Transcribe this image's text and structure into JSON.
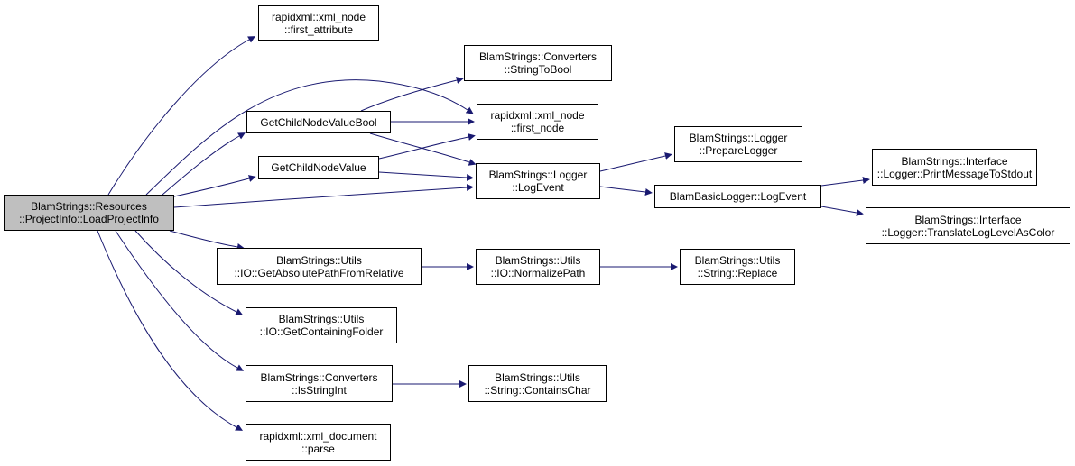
{
  "graph": {
    "edge_color": "#191970",
    "root_fill": "#bfbfbf",
    "nodes": [
      {
        "id": "load_project_info",
        "lines": [
          "BlamStrings::Resources",
          "::ProjectInfo::LoadProjectInfo"
        ],
        "root": true
      },
      {
        "id": "first_attribute",
        "lines": [
          "rapidxml::xml_node",
          "::first_attribute"
        ]
      },
      {
        "id": "get_child_node_value_bool",
        "lines": [
          "GetChildNodeValueBool"
        ]
      },
      {
        "id": "get_child_node_value",
        "lines": [
          "GetChildNodeValue"
        ]
      },
      {
        "id": "get_absolute_path_from_relative",
        "lines": [
          "BlamStrings::Utils",
          "::IO::GetAbsolutePathFromRelative"
        ]
      },
      {
        "id": "get_containing_folder",
        "lines": [
          "BlamStrings::Utils",
          "::IO::GetContainingFolder"
        ]
      },
      {
        "id": "is_string_int",
        "lines": [
          "BlamStrings::Converters",
          "::IsStringInt"
        ]
      },
      {
        "id": "parse",
        "lines": [
          "rapidxml::xml_document",
          "::parse"
        ]
      },
      {
        "id": "string_to_bool",
        "lines": [
          "BlamStrings::Converters",
          "::StringToBool"
        ]
      },
      {
        "id": "first_node",
        "lines": [
          "rapidxml::xml_node",
          "::first_node"
        ]
      },
      {
        "id": "logger_log_event",
        "lines": [
          "BlamStrings::Logger",
          "::LogEvent"
        ]
      },
      {
        "id": "normalize_path",
        "lines": [
          "BlamStrings::Utils",
          "::IO::NormalizePath"
        ]
      },
      {
        "id": "contains_char",
        "lines": [
          "BlamStrings::Utils",
          "::String::ContainsChar"
        ]
      },
      {
        "id": "prepare_logger",
        "lines": [
          "BlamStrings::Logger",
          "::PrepareLogger"
        ]
      },
      {
        "id": "basic_logger_log_event",
        "lines": [
          "BlamBasicLogger::LogEvent"
        ]
      },
      {
        "id": "string_replace",
        "lines": [
          "BlamStrings::Utils",
          "::String::Replace"
        ]
      },
      {
        "id": "print_message_to_stdout",
        "lines": [
          "BlamStrings::Interface",
          "::Logger::PrintMessageToStdout"
        ]
      },
      {
        "id": "translate_log_level_as_color",
        "lines": [
          "BlamStrings::Interface",
          "::Logger::TranslateLogLevelAsColor"
        ]
      }
    ],
    "edges": [
      [
        "load_project_info",
        "first_attribute"
      ],
      [
        "load_project_info",
        "first_node"
      ],
      [
        "load_project_info",
        "get_child_node_value_bool"
      ],
      [
        "load_project_info",
        "get_child_node_value"
      ],
      [
        "load_project_info",
        "logger_log_event"
      ],
      [
        "load_project_info",
        "get_absolute_path_from_relative"
      ],
      [
        "load_project_info",
        "get_containing_folder"
      ],
      [
        "load_project_info",
        "is_string_int"
      ],
      [
        "load_project_info",
        "parse"
      ],
      [
        "get_child_node_value_bool",
        "string_to_bool"
      ],
      [
        "get_child_node_value_bool",
        "first_node"
      ],
      [
        "get_child_node_value_bool",
        "logger_log_event"
      ],
      [
        "get_child_node_value",
        "first_node"
      ],
      [
        "get_child_node_value",
        "logger_log_event"
      ],
      [
        "logger_log_event",
        "prepare_logger"
      ],
      [
        "logger_log_event",
        "basic_logger_log_event"
      ],
      [
        "basic_logger_log_event",
        "print_message_to_stdout"
      ],
      [
        "basic_logger_log_event",
        "translate_log_level_as_color"
      ],
      [
        "get_absolute_path_from_relative",
        "normalize_path"
      ],
      [
        "normalize_path",
        "string_replace"
      ],
      [
        "is_string_int",
        "contains_char"
      ]
    ]
  }
}
